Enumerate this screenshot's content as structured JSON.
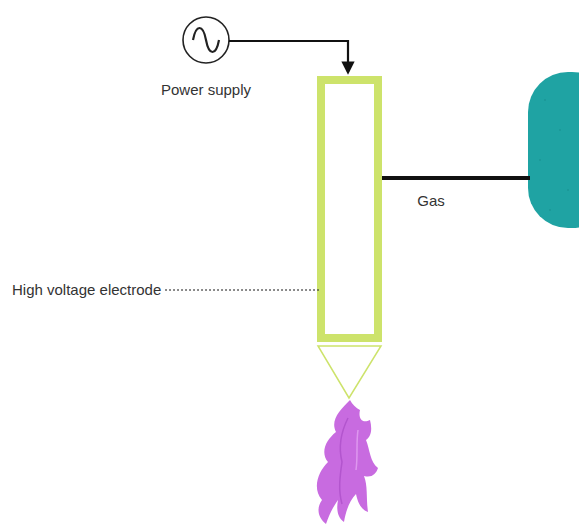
{
  "diagram": {
    "labels": [
      "Power supply",
      "Gas",
      "High voltage electrode"
    ]
  }
}
